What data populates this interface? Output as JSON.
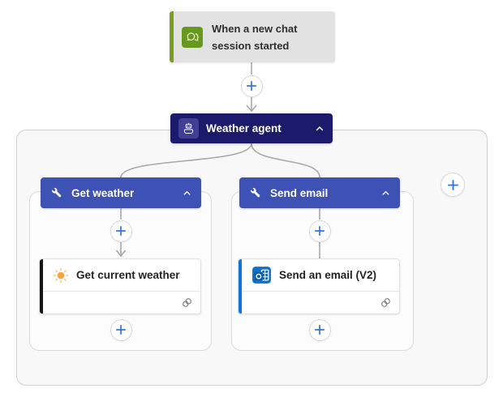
{
  "colors": {
    "headerBlue": "#3d52b4",
    "agentNavy": "#1b1a6b",
    "agentIconBg": "#403f94",
    "plusBlue": "#3273de",
    "triggerGreen": "#68991f",
    "triggerBarGreen": "#7a9e1d",
    "outlookBlue": "#1070c8",
    "outlookDark": "#0b5cab",
    "sunOrange": "#f6a53d",
    "sunRay": "#f8c580",
    "connectorGray": "#a8a8a8",
    "weatherAccent": "#161616",
    "emailAccent": "#1374d8"
  },
  "trigger": {
    "title": "When a new chat session started",
    "icon": "chat-icon"
  },
  "agent": {
    "title": "Weather agent",
    "icon": "bot-icon",
    "collapse": "chevron-up"
  },
  "branches": [
    {
      "header": "Get weather",
      "header_icon": "wrench-icon",
      "action": {
        "title": "Get current weather",
        "icon": "sun-icon",
        "status_icon": "connection-icon"
      }
    },
    {
      "header": "Send email",
      "header_icon": "wrench-icon",
      "action": {
        "title": "Send an email (V2)",
        "icon": "outlook-icon",
        "status_icon": "connection-icon"
      }
    }
  ]
}
